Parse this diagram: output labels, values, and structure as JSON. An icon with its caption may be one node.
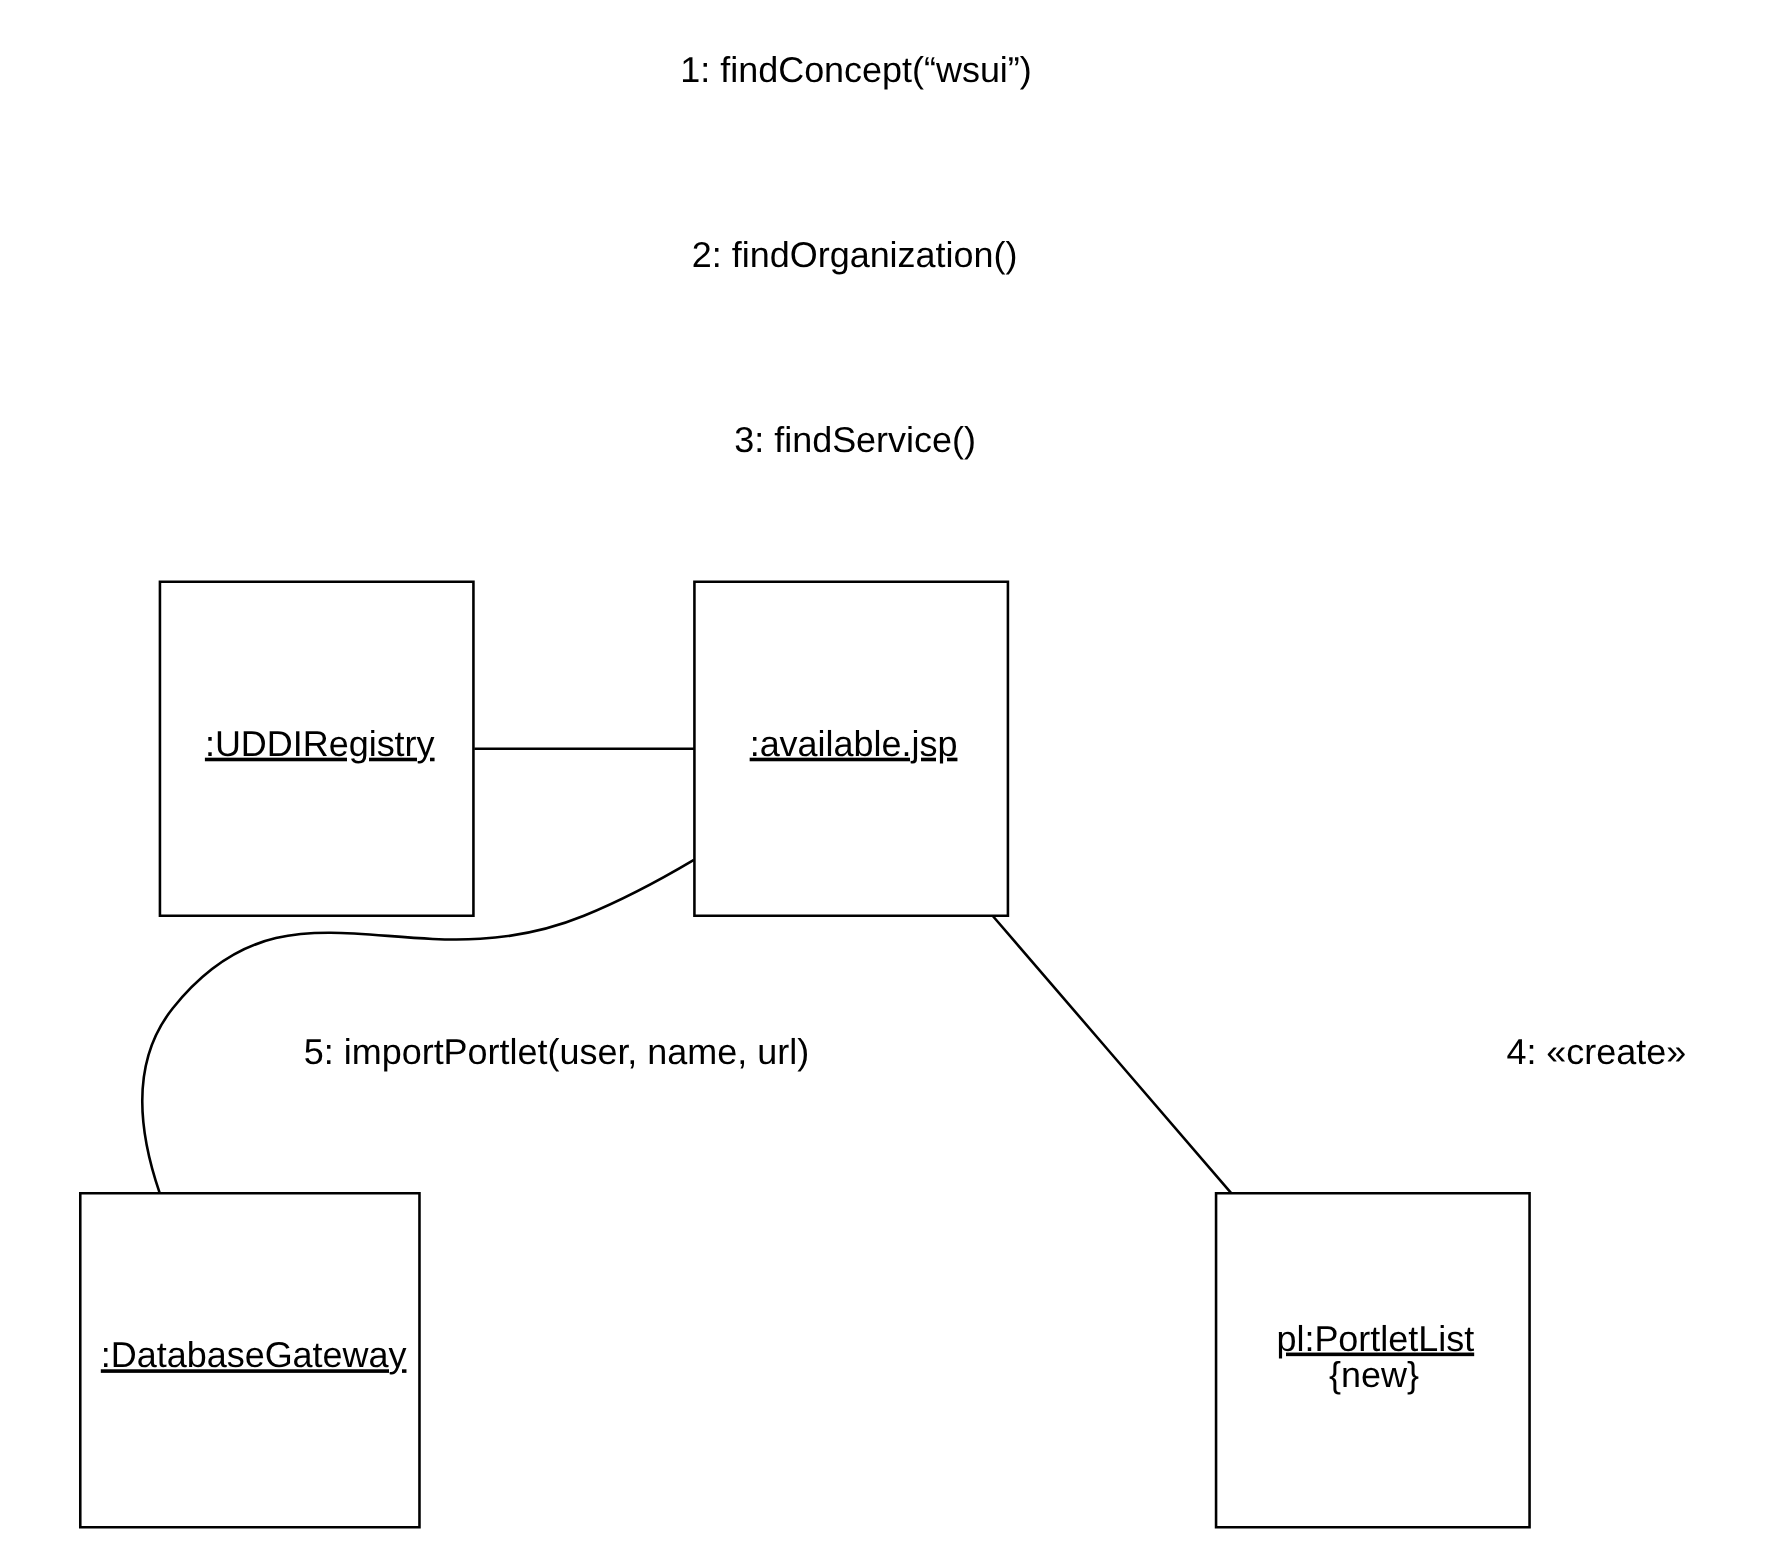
{
  "diagram": {
    "nodes": [
      {
        "text": [
          ":UDDIRegistry"
        ]
      },
      {
        "text": [
          ":available.jsp"
        ]
      },
      {
        "text": [
          ":DatabaseGateway"
        ]
      },
      {
        "text": [
          "pl:PortletList",
          "{new}"
        ]
      }
    ],
    "edges": [
      {
        "from": 1,
        "to": 0,
        "arrow": "none"
      },
      {
        "from": 1,
        "to": 2,
        "arrow": "none"
      },
      {
        "from": 1,
        "to": 3,
        "arrow": "none"
      }
    ],
    "labels": [
      "1: findConcept(“wsui”)",
      "2: findOrganization()",
      "3: findService()",
      "5: importPortlet(user, name, url)",
      "4: «create»"
    ]
  }
}
